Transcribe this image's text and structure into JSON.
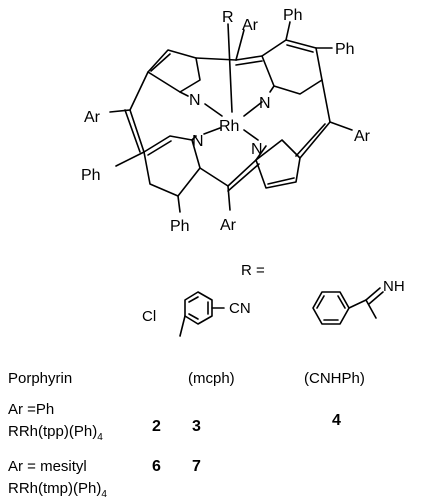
{
  "molecule": {
    "labels": {
      "r_top": "R",
      "ar_top": "Ar",
      "ph_top1": "Ph",
      "ph_top2": "Ph",
      "ar_left": "Ar",
      "ar_right": "Ar",
      "ph_left": "Ph",
      "ph_bottom": "Ph",
      "ar_bottom": "Ar",
      "metal": "Rh",
      "n1": "N",
      "n2": "N",
      "n3": "N",
      "n4": "N"
    }
  },
  "r_groups": {
    "header": "R =",
    "cl": "Cl",
    "cn": "CN",
    "nh": "NH",
    "mcph": "(mcph)",
    "cnhph": "(CNHPh)"
  },
  "table": {
    "header": "Porphyrin",
    "rows": [
      {
        "label_line1": "Ar =Ph",
        "label_line2_main": "RRh(tpp)(Ph)",
        "label_line2_sub": "4",
        "values": [
          "2",
          "3",
          "4"
        ]
      },
      {
        "label_line1": "Ar = mesityl",
        "label_line2_main": "RRh(tmp)(Ph)",
        "label_line2_sub": "4",
        "values": [
          "6",
          "7"
        ]
      }
    ]
  }
}
